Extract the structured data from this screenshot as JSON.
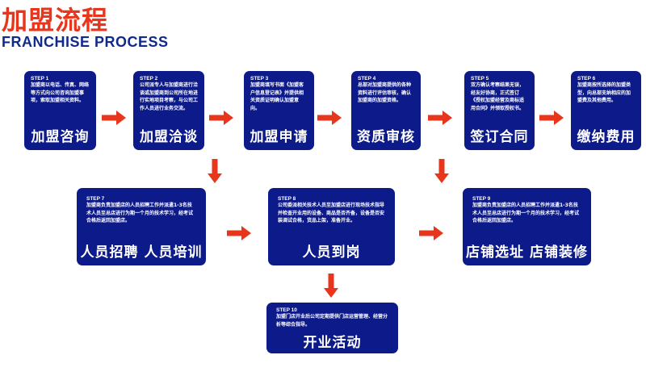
{
  "title_cn": "加盟流程",
  "title_en": "FRANCHISE PROCESS",
  "colors": {
    "navy": "#0d1a8a",
    "accent": "#e8361c"
  },
  "steps": [
    {
      "step": "STEP 1",
      "desc": "加盟商以电话、传真、网络等方式向公司咨询加盟事项，索取加盟相关资料。",
      "name": "加盟咨询"
    },
    {
      "step": "STEP 2",
      "desc": "公司派专人与加盟商进行洽谈或加盟商到公司所在地进行实地项目考察，与公司工作人员进行业务交流。",
      "name": "加盟洽谈"
    },
    {
      "step": "STEP 3",
      "desc": "加盟商填写书面《加盟客户信息登记表》并提供相关资质证明确认加盟意向。",
      "name": "加盟申请"
    },
    {
      "step": "STEP 4",
      "desc": "总部对加盟商提供的各种资料进行评估审核，确认加盟商的加盟资格。",
      "name": "资质审核"
    },
    {
      "step": "STEP 5",
      "desc": "双方确认考察结果无误，经友好协商，正式签订《授权加盟经营及商标适用合同》并领取授权书。",
      "name": "签订合同"
    },
    {
      "step": "STEP 6",
      "desc": "加盟商按所选择的加盟类型，向总部支纳相应的加盟费及其他费用。",
      "name": "缴纳费用"
    },
    {
      "step": "STEP 7",
      "desc": "加盟商负责加盟店的人员招聘工作并派遣1-3名技术人员至总店进行为期一个月的技术学习，经考试合格后返回加盟店。",
      "name": "人员招聘 人员培训"
    },
    {
      "step": "STEP 8",
      "desc": "公司委派相关技术人员至加盟店进行现场技术指导并检查开业用的设备、商品是否齐备，设备是否安装调试合格，货品上架，准备开业。",
      "name": "人员到岗"
    },
    {
      "step": "STEP 9",
      "desc": "加盟商负责加盟店的人员招聘工作并派遣1-3名技术人员至总店进行为期一个月的技术学习，经考试合格后返回加盟店。",
      "name": "店铺选址 店铺装修"
    },
    {
      "step": "STEP 10",
      "desc": "加盟门店开业后公司定期提供门店运营管理、经营分析等综合指导。",
      "name": "开业活动"
    }
  ]
}
